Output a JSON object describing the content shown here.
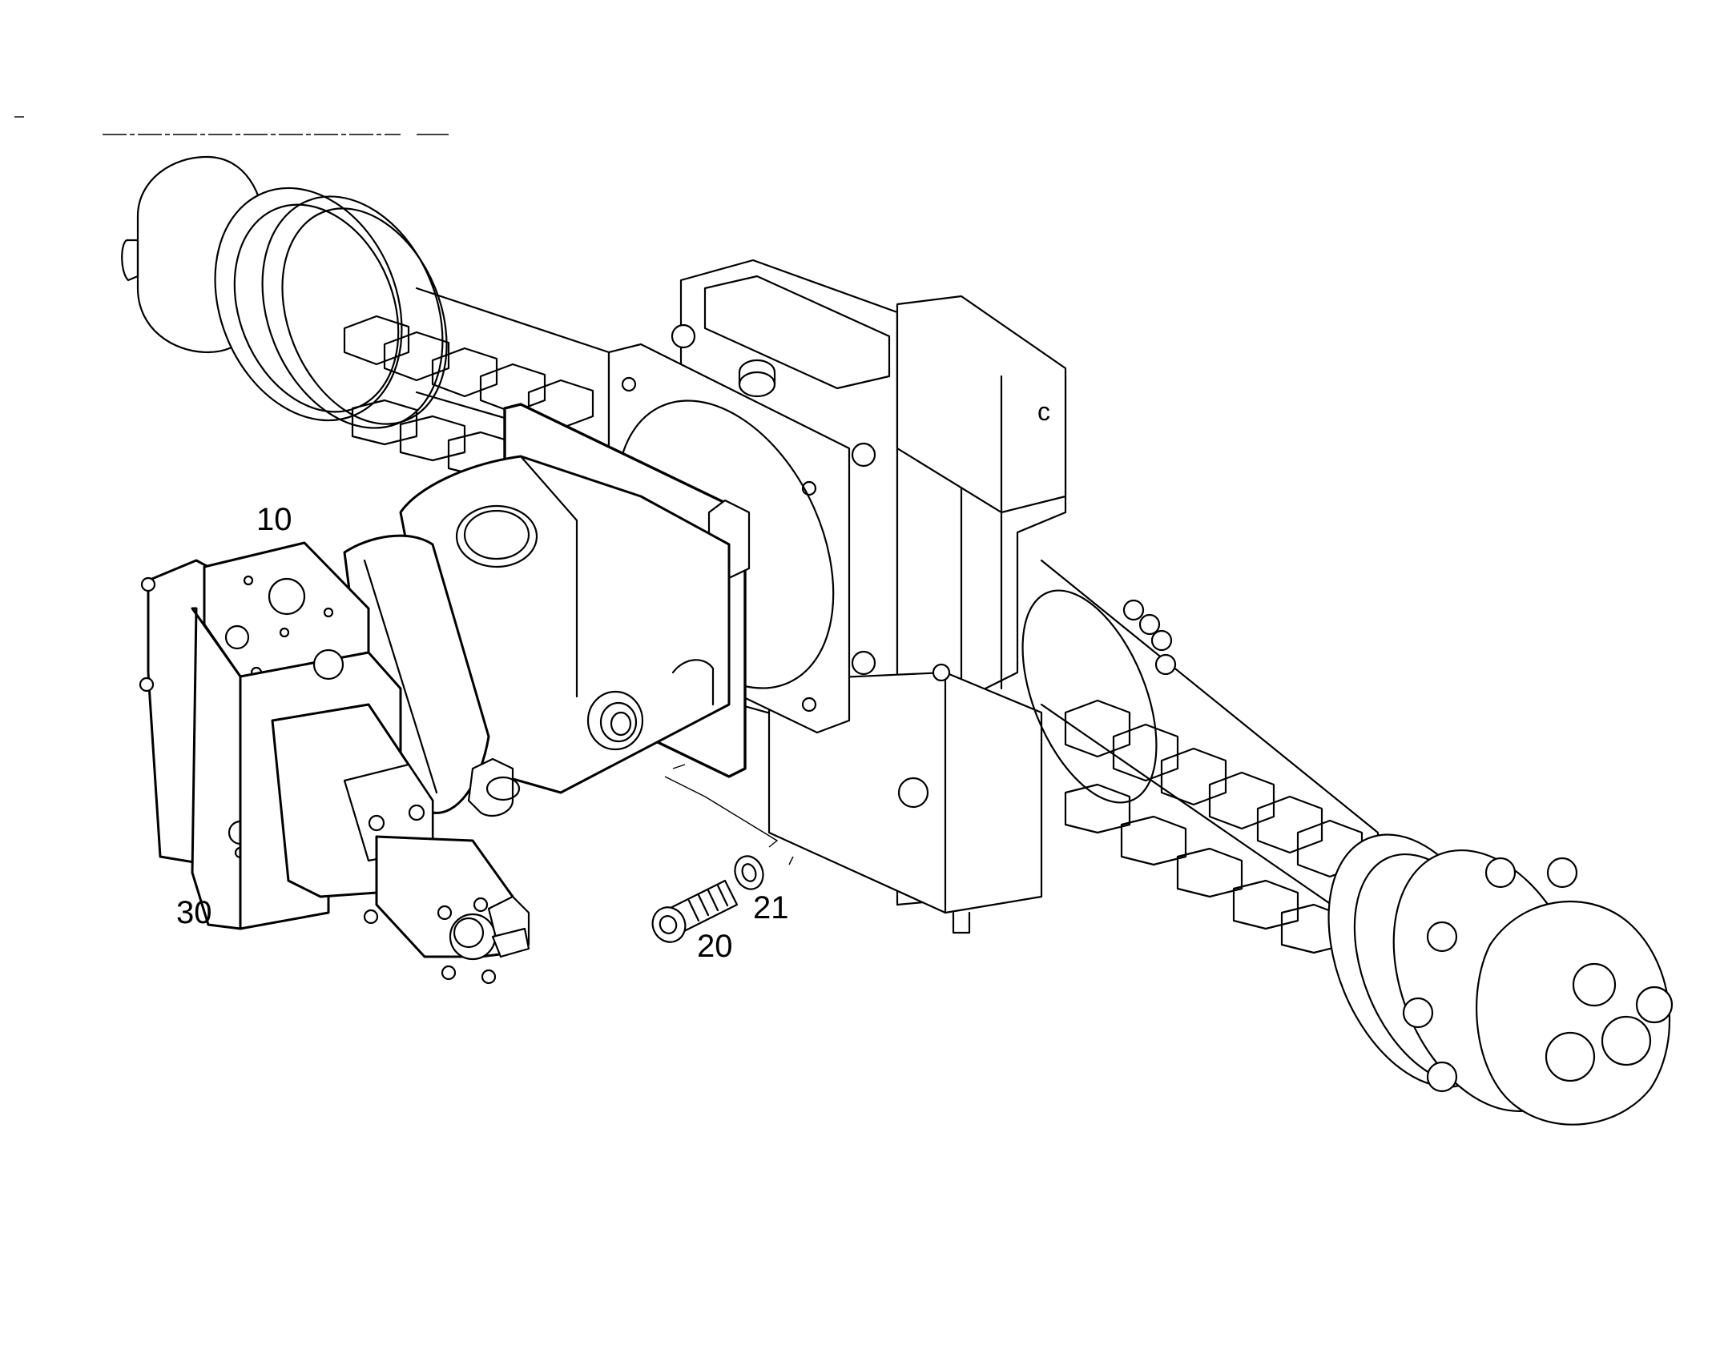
{
  "diagram": {
    "callouts": [
      {
        "id": "10",
        "label": "10"
      },
      {
        "id": "20",
        "label": "20"
      },
      {
        "id": "21",
        "label": "21"
      },
      {
        "id": "30",
        "label": "30"
      }
    ]
  }
}
